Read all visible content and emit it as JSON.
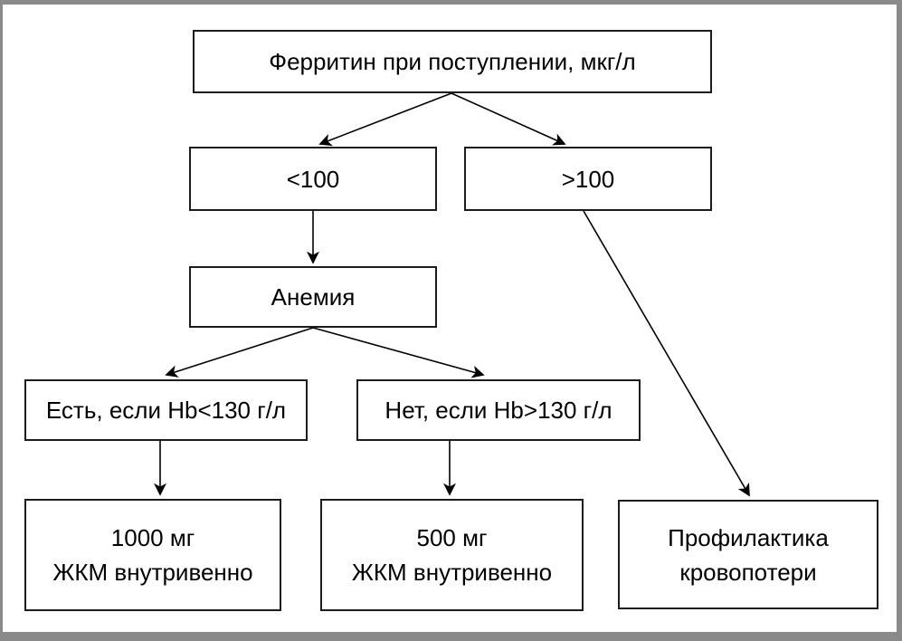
{
  "diagram": {
    "kind": "flowchart",
    "language": "ru",
    "nodes": {
      "ferritin": {
        "label": "Ферритин при поступлении, мкг/л"
      },
      "lt100": {
        "label": "<100"
      },
      "gt100": {
        "label": ">100"
      },
      "anemia": {
        "label": "Анемия"
      },
      "anemia_yes": {
        "label": "Есть, если Hb<130 г/л"
      },
      "anemia_no": {
        "label": "Нет, если Hb>130 г/л"
      },
      "iron_1000": {
        "label": "1000 мг\nЖКМ внутривенно"
      },
      "iron_500": {
        "label": "500 мг\nЖКМ внутривенно"
      },
      "prophylaxis": {
        "label": "Профилактика\nкровопотери"
      }
    },
    "edges": [
      {
        "from": "ferritin",
        "to": "lt100"
      },
      {
        "from": "ferritin",
        "to": "gt100"
      },
      {
        "from": "lt100",
        "to": "anemia"
      },
      {
        "from": "anemia",
        "to": "anemia_yes"
      },
      {
        "from": "anemia",
        "to": "anemia_no"
      },
      {
        "from": "anemia_yes",
        "to": "iron_1000"
      },
      {
        "from": "anemia_no",
        "to": "iron_500"
      },
      {
        "from": "gt100",
        "to": "prophylaxis"
      }
    ],
    "colors": {
      "background": "#ffffff",
      "box_border": "#1c1c1c",
      "arrow": "#000000",
      "frame_border": "#8a8a8a",
      "text": "#000000"
    }
  }
}
